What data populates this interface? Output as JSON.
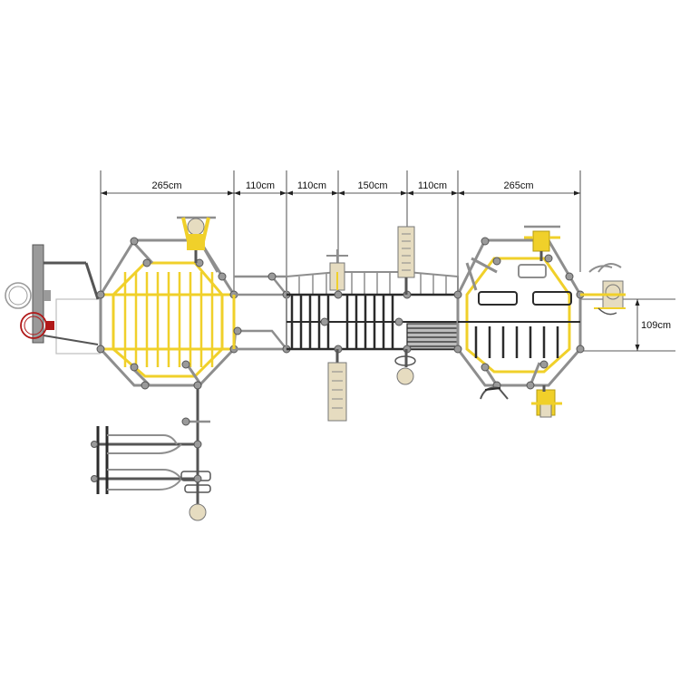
{
  "dimensions": {
    "horizontal": [
      "265cm",
      "110cm",
      "110cm",
      "150cm",
      "110cm",
      "265cm"
    ],
    "vertical": "109cm"
  },
  "colors": {
    "yellow": "#f0d02a",
    "gray": "#8e8e8e",
    "dark": "#2b2b2b",
    "line": "#222222",
    "hoop": "#b01818",
    "plate": "#e6dcc0"
  }
}
